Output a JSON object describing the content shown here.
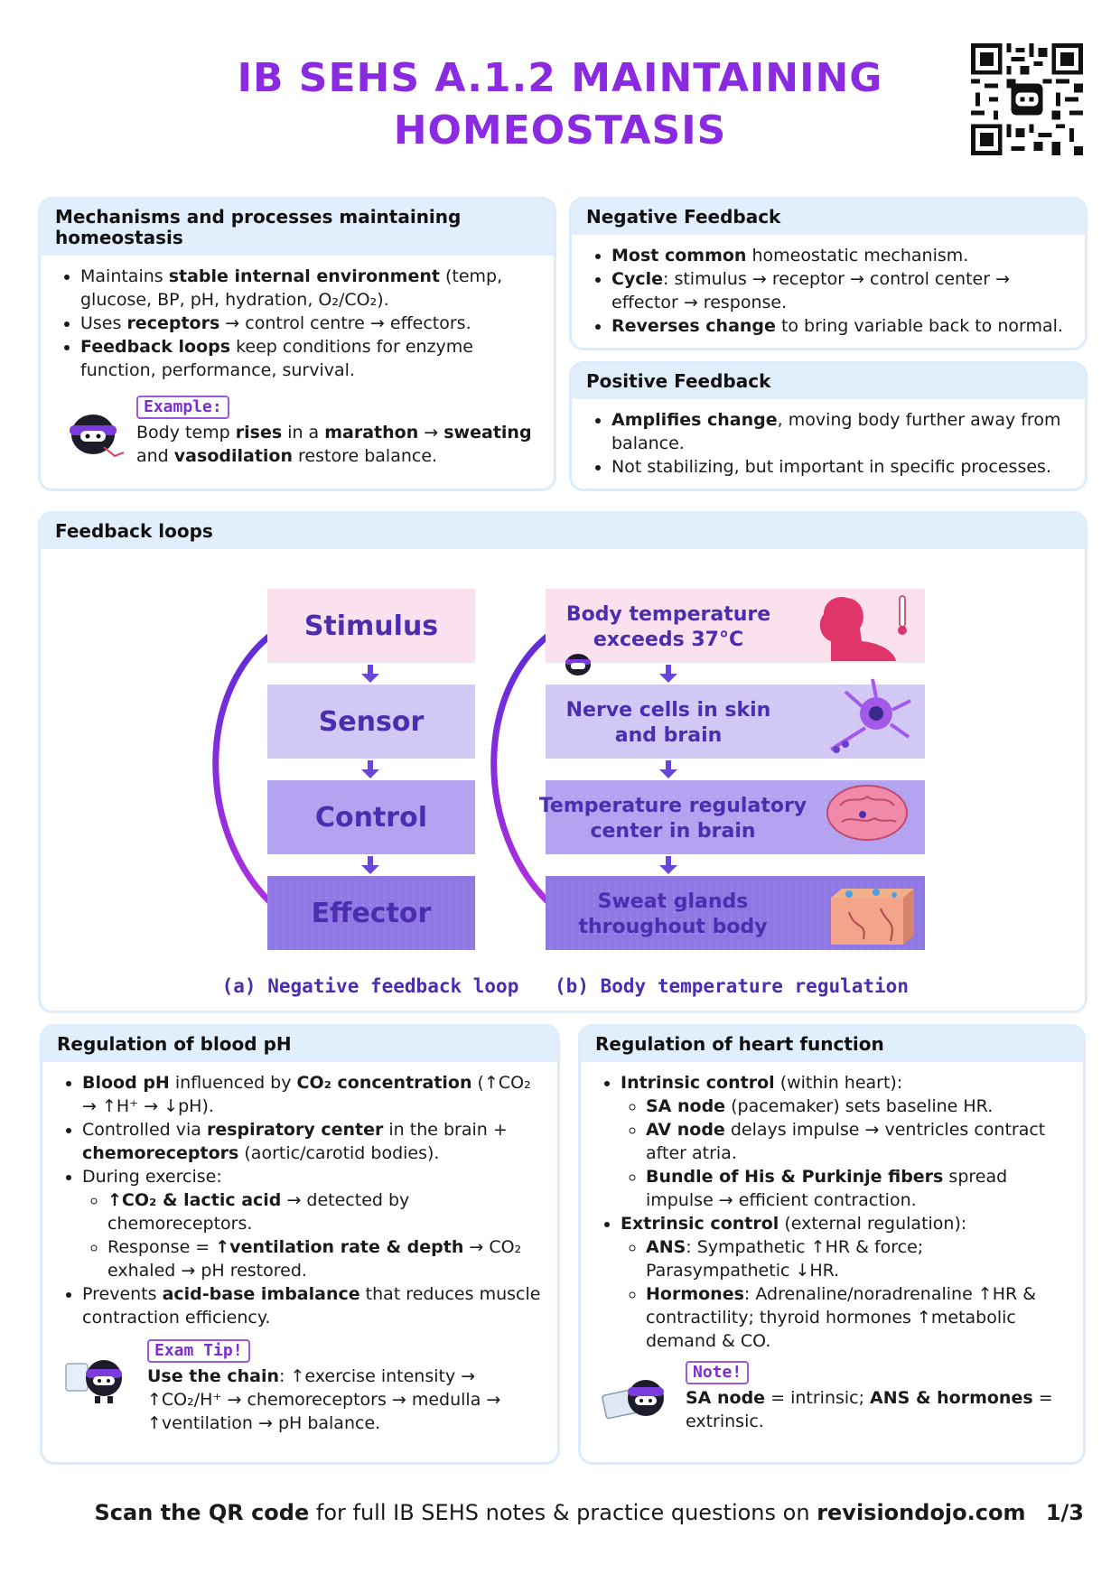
{
  "title_line1": "IB SEHS A.1.2 MAINTAINING",
  "title_line2": "HOMEOSTASIS",
  "mechanisms": {
    "heading": "Mechanisms and processes maintaining homeostasis",
    "b1_pre": "Maintains ",
    "b1_bold": "stable internal environment",
    "b1_post": " (temp, glucose, BP, pH, hydration, O₂/CO₂).",
    "b2_pre": "Uses ",
    "b2_bold": "receptors",
    "b2_post": " → control centre → effectors.",
    "b3_bold": "Feedback loops",
    "b3_post": " keep conditions for enzyme function, performance, survival.",
    "tag": "Example:",
    "ex_1": "Body temp ",
    "ex_b1": "rises",
    "ex_2": " in a ",
    "ex_b2": "marathon",
    "ex_3": " → ",
    "ex_b3": "sweating",
    "ex_4": " and ",
    "ex_b4": "vasodilation",
    "ex_5": " restore balance."
  },
  "negative": {
    "heading": "Negative Feedback",
    "b1_bold": "Most common",
    "b1_post": " homeostatic mechanism.",
    "b2_bold": "Cycle",
    "b2_post": ": stimulus → receptor → control center → effector → response.",
    "b3_bold": "Reverses change",
    "b3_post": " to bring variable back to normal."
  },
  "positive": {
    "heading": "Positive Feedback",
    "b1_bold": "Amplifies change",
    "b1_post": ", moving body further away from balance.",
    "b2": "Not stabilizing, but important in specific processes."
  },
  "feedback": {
    "heading": "Feedback loops",
    "left_boxes": [
      "Stimulus",
      "Sensor",
      "Control",
      "Effector"
    ],
    "right_boxes": [
      {
        "l1": "Body temperature",
        "l2": "exceeds 37°C"
      },
      {
        "l1": "Nerve cells in skin",
        "l2": "and brain"
      },
      {
        "l1": "Temperature regulatory",
        "l2": "center in brain"
      },
      {
        "l1": "Sweat glands",
        "l2": "throughout body"
      }
    ],
    "caption_a": "(a) Negative feedback loop",
    "caption_b": "(b) Body temperature regulation",
    "colors": [
      "#fbe0ee",
      "#d2c8f6",
      "#b3a2f0",
      "#8f78e4"
    ]
  },
  "ph": {
    "heading": "Regulation of blood pH",
    "b1_bold": "Blood pH",
    "b1_mid": " influenced by ",
    "b1_bold2": "CO₂ concentration",
    "b1_post": " (↑CO₂ → ↑H⁺ → ↓pH).",
    "b2_pre": "Controlled via ",
    "b2_bold": "respiratory center",
    "b2_mid": " in the brain + ",
    "b2_bold2": "chemoreceptors",
    "b2_post": " (aortic/carotid bodies).",
    "b3": "During exercise:",
    "s1_bold": "↑CO₂ & lactic acid",
    "s1_post": " → detected by chemoreceptors.",
    "s2_pre": "Response = ",
    "s2_bold": "↑ventilation rate & depth",
    "s2_post": " → CO₂ exhaled → pH restored.",
    "b4_pre": "Prevents ",
    "b4_bold": "acid-base imbalance",
    "b4_post": " that reduces muscle contraction efficiency.",
    "tag": "Exam Tip!",
    "tip_bold": "Use the chain",
    "tip_post": ": ↑exercise intensity → ↑CO₂/H⁺ → chemoreceptors → medulla → ↑ventilation → pH balance."
  },
  "heart": {
    "heading": "Regulation of heart function",
    "b1_bold": "Intrinsic control",
    "b1_post": " (within heart):",
    "s1_bold": "SA node",
    "s1_post": " (pacemaker) sets baseline HR.",
    "s2_bold": "AV node",
    "s2_post": " delays impulse → ventricles contract after atria.",
    "s3_bold": "Bundle of His & Purkinje fibers",
    "s3_post": " spread impulse → efficient contraction.",
    "b2_bold": "Extrinsic control",
    "b2_post": " (external regulation):",
    "s4_bold": "ANS",
    "s4_post": ": Sympathetic ↑HR & force; Parasympathetic ↓HR.",
    "s5_bold": "Hormones",
    "s5_post": ": Adrenaline/noradrenaline ↑HR & contractility; thyroid hormones ↑metabolic demand & CO.",
    "tag": "Note!",
    "note_b1": "SA node",
    "note_1": " = intrinsic; ",
    "note_b2": "ANS & hormones",
    "note_2": " = extrinsic."
  },
  "footer": {
    "bold1": "Scan the QR code",
    "mid": " for full IB SEHS notes & practice questions on ",
    "bold2": "revisiondojo.com",
    "page": "1/3"
  }
}
